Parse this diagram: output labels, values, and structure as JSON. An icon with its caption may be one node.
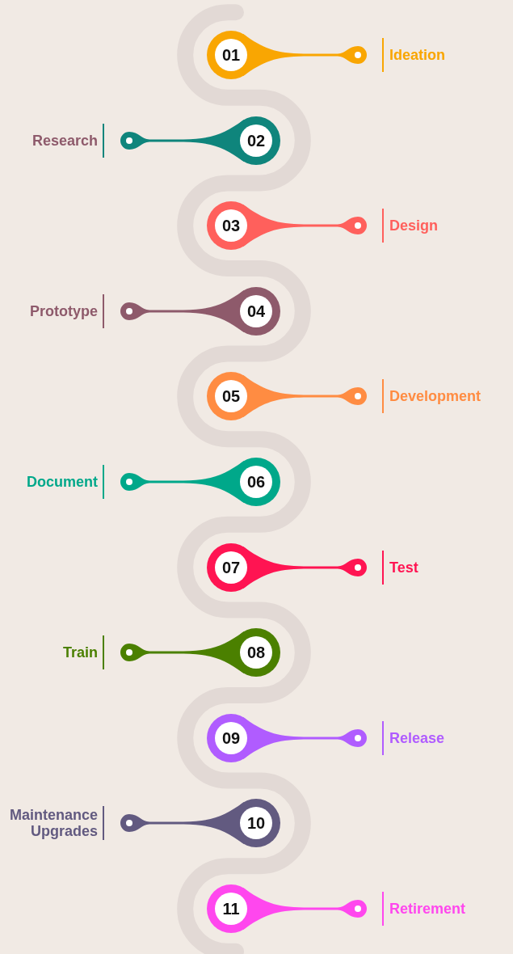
{
  "diagram": {
    "nodes": [
      {
        "text": [
          "01"
        ],
        "beside": [
          "Ideation"
        ]
      },
      {
        "text": [
          "02"
        ],
        "beside": [
          "Research"
        ]
      },
      {
        "text": [
          "03"
        ],
        "beside": [
          "Design"
        ]
      },
      {
        "text": [
          "04"
        ],
        "beside": [
          "Prototype"
        ]
      },
      {
        "text": [
          "05"
        ],
        "beside": [
          "Development"
        ]
      },
      {
        "text": [
          "06"
        ],
        "beside": [
          "Document"
        ]
      },
      {
        "text": [
          "07"
        ],
        "beside": [
          "Test"
        ]
      },
      {
        "text": [
          "08"
        ],
        "beside": [
          "Train"
        ]
      },
      {
        "text": [
          "09"
        ],
        "beside": [
          "Release"
        ]
      },
      {
        "text": [
          "10"
        ],
        "beside": [
          "Maintenance Upgrades"
        ]
      },
      {
        "text": [
          "11"
        ],
        "beside": [
          "Retirement"
        ]
      }
    ]
  }
}
